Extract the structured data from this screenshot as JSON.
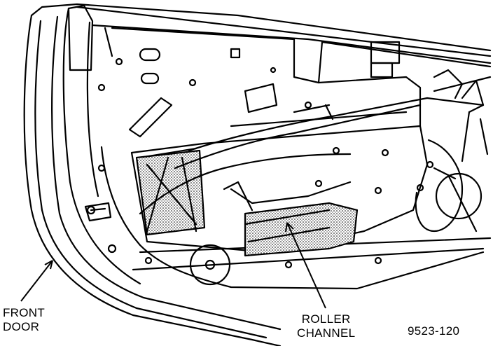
{
  "labels": {
    "front_door_line1": "FRONT",
    "front_door_line2": "DOOR",
    "roller_channel_line1": "ROLLER",
    "roller_channel_line2": "CHANNEL",
    "figure_number": "9523-120"
  },
  "colors": {
    "line": "#000000",
    "background": "#ffffff",
    "stipple": "#000000"
  }
}
